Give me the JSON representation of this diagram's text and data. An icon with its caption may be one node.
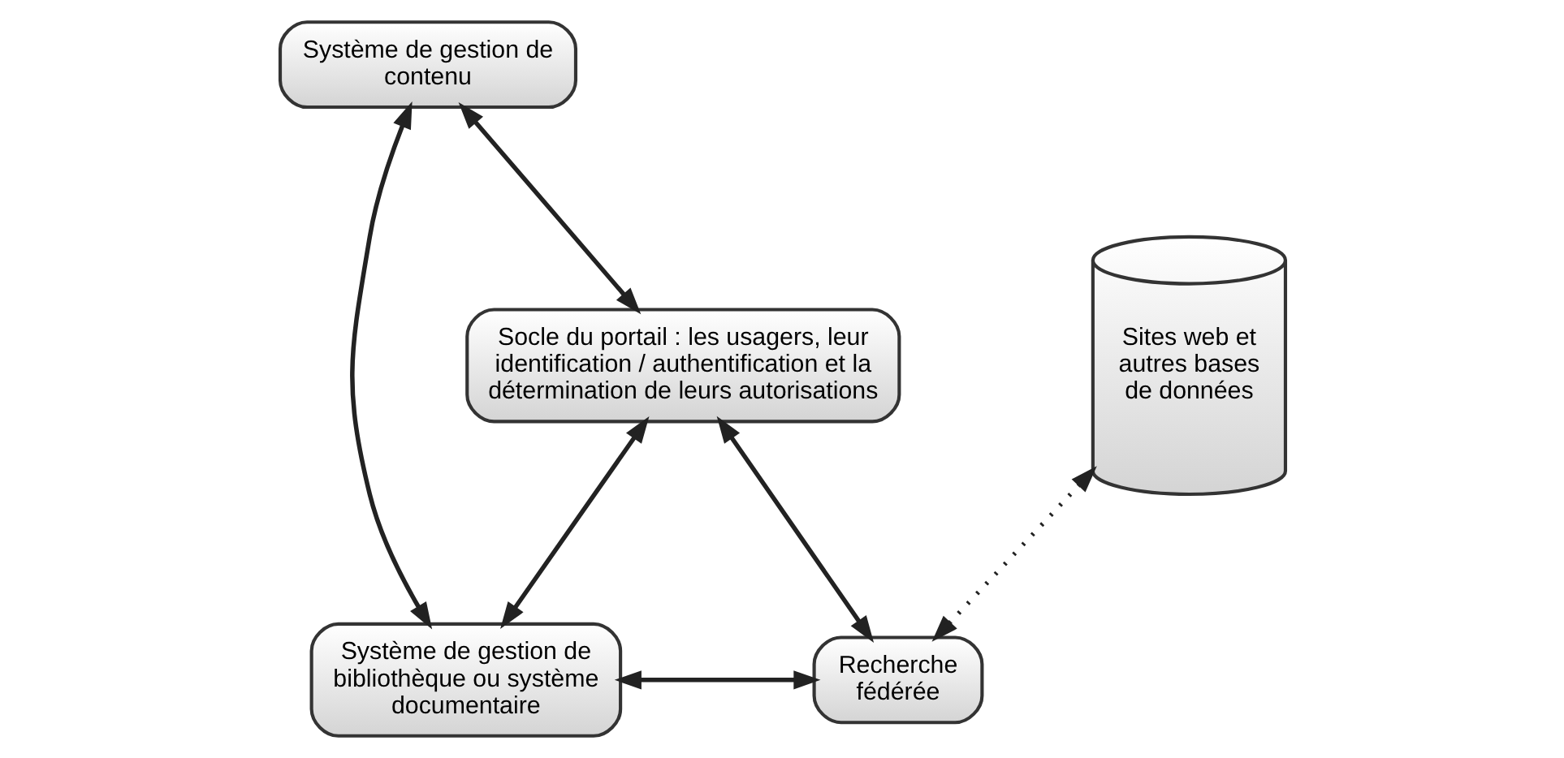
{
  "diagram": {
    "nodes": [
      {
        "text": [
          "Système de gestion de contenu"
        ]
      },
      {
        "text": [
          "Socle du portail : les usagers, leur identification / authentification et la détermination de leurs autorisations"
        ]
      },
      {
        "text": [
          "Sites web et autres bases de données"
        ]
      },
      {
        "text": [
          "Système de gestion de bibliothèque ou système documentaire"
        ]
      },
      {
        "text": [
          "Recherche fédérée"
        ]
      }
    ],
    "edges": [
      {
        "from": 0,
        "to": 3,
        "arrow": "both"
      },
      {
        "from": 0,
        "to": 1,
        "arrow": "both"
      },
      {
        "from": 1,
        "to": 3,
        "arrow": "both"
      },
      {
        "from": 1,
        "to": 4,
        "arrow": "both"
      },
      {
        "from": 3,
        "to": 4,
        "arrow": "both"
      },
      {
        "from": 2,
        "to": 4,
        "arrow": "both",
        "style": "dashed"
      }
    ]
  }
}
